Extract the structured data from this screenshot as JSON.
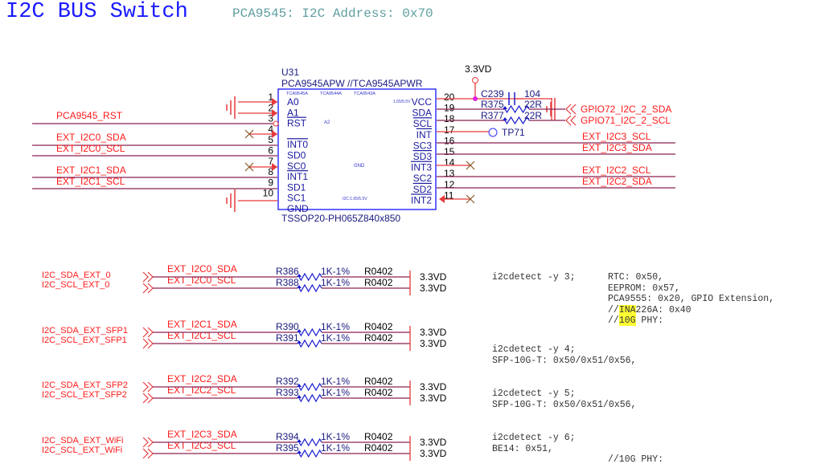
{
  "header": {
    "title": "I2C BUS Switch",
    "subtitle": "PCA9545: I2C Address: 0x70"
  },
  "colors": {
    "wire": "#e8393b",
    "net_wire": "#8b2252",
    "body_outline": "#3333ff",
    "pin_text": "#1a1aa0",
    "net_label": "#ff1a1a",
    "title": "#1a1aff",
    "subtitle": "#5f9ea0"
  },
  "chip": {
    "refdes": "U31",
    "part": "PCA9545APW  //TCA9545APWR",
    "footprint": "TSSOP20-PH065Z840x850",
    "variants": [
      "TCA9545A",
      "TCA9544A",
      "TCA9543A"
    ],
    "inner_notes": {
      "vcc_range": "1.65/5.5V",
      "a2": "A2",
      "gnd": "GND",
      "i2c_range": "I2C:1.65/5.5V"
    },
    "left_pins": [
      {
        "num": "1",
        "name": "A0"
      },
      {
        "num": "2",
        "name": "A1"
      },
      {
        "num": "3",
        "name": "RST"
      },
      {
        "num": "4",
        "name": ""
      },
      {
        "num": "5",
        "name": "INT0"
      },
      {
        "num": "6",
        "name": "SD0"
      },
      {
        "num": "7",
        "name": "SC0"
      },
      {
        "num": "8",
        "name": "INT1"
      },
      {
        "num": "9",
        "name": "SD1"
      },
      {
        "num": "10",
        "name": "SC1"
      },
      {
        "num": "",
        "name": "GND"
      }
    ],
    "right_pins": [
      {
        "num": "20",
        "name": "VCC"
      },
      {
        "num": "19",
        "name": "SDA"
      },
      {
        "num": "18",
        "name": "SCL"
      },
      {
        "num": "17",
        "name": "INT"
      },
      {
        "num": "16",
        "name": "SC3"
      },
      {
        "num": "15",
        "name": "SD3"
      },
      {
        "num": "14",
        "name": "INT3"
      },
      {
        "num": "13",
        "name": "SC2"
      },
      {
        "num": "12",
        "name": "SD2"
      },
      {
        "num": "11",
        "name": "INT2"
      }
    ]
  },
  "left_nets": [
    "PCA9545_RST",
    "EXT_I2C0_SDA",
    "EXT_I2C0_SCL",
    "EXT_I2C1_SDA",
    "EXT_I2C1_SCL"
  ],
  "right_nets": [
    "EXT_I2C3_SCL",
    "EXT_I2C3_SDA",
    "EXT_I2C2_SCL",
    "EXT_I2C2_SDA"
  ],
  "power": {
    "rail": "3.3VD"
  },
  "cap": {
    "refdes": "C239",
    "value": "104"
  },
  "series_resistors": [
    {
      "refdes": "R375",
      "value": "22R",
      "net": "GPIO72_I2C_2_SDA"
    },
    {
      "refdes": "R377",
      "value": "22R",
      "net": "GPIO71_I2C_2_SCL"
    }
  ],
  "testpoint": {
    "refdes": "TP71"
  },
  "pullup_groups": [
    {
      "ports": [
        "I2C_SDA_EXT_0",
        "I2C_SCL_EXT_0"
      ],
      "nets": [
        "EXT_I2C0_SDA",
        "EXT_I2C0_SCL"
      ],
      "resistors": [
        {
          "refdes": "R386",
          "value": "1K-1%",
          "pkg": "R0402",
          "rail": "3.3VD"
        },
        {
          "refdes": "R388",
          "value": "1K-1%",
          "pkg": "R0402",
          "rail": "3.3VD"
        }
      ]
    },
    {
      "ports": [
        "I2C_SDA_EXT_SFP1",
        "I2C_SCL_EXT_SFP1"
      ],
      "nets": [
        "EXT_I2C1_SDA",
        "EXT_I2C1_SCL"
      ],
      "resistors": [
        {
          "refdes": "R390",
          "value": "1K-1%",
          "pkg": "R0402",
          "rail": "3.3VD"
        },
        {
          "refdes": "R391",
          "value": "1K-1%",
          "pkg": "R0402",
          "rail": "3.3VD"
        }
      ]
    },
    {
      "ports": [
        "I2C_SDA_EXT_SFP2",
        "I2C_SCL_EXT_SFP2"
      ],
      "nets": [
        "EXT_I2C2_SDA",
        "EXT_I2C2_SCL"
      ],
      "resistors": [
        {
          "refdes": "R392",
          "value": "1K-1%",
          "pkg": "R0402",
          "rail": "3.3VD"
        },
        {
          "refdes": "R393",
          "value": "1K-1%",
          "pkg": "R0402",
          "rail": "3.3VD"
        }
      ]
    },
    {
      "ports": [
        "I2C_SDA_EXT_WiFi",
        "I2C_SCL_EXT_WiFi"
      ],
      "nets": [
        "EXT_I2C3_SDA",
        "EXT_I2C3_SCL"
      ],
      "resistors": [
        {
          "refdes": "R394",
          "value": "1K-1%",
          "pkg": "R0402",
          "rail": "3.3VD"
        },
        {
          "refdes": "R395",
          "value": "1K-1%",
          "pkg": "R0402",
          "rail": "3.3VD"
        }
      ]
    }
  ],
  "notes": {
    "bus3": {
      "cmd": "i2cdetect -y 3;",
      "lines": [
        "RTC: 0x50,",
        "EEPROM: 0x57,",
        "PCA9555: 0x20, GPIO Extension,"
      ],
      "ina_prefix": "//",
      "ina_hl": "INA",
      "ina_rest": "226A: 0x40",
      "phy_prefix": "//",
      "phy_hl": "10G",
      "phy_rest": " PHY:"
    },
    "bus4": {
      "cmd": "i2cdetect -y 4;",
      "line": "SFP-10G-T: 0x50/0x51/0x56,"
    },
    "bus5": {
      "cmd": "i2cdetect -y 5;",
      "line": "SFP-10G-T: 0x50/0x51/0x56,"
    },
    "bus6": {
      "cmd": "i2cdetect -y 6;",
      "line": "BE14: 0x51,",
      "phy": "//10G PHY:"
    }
  }
}
